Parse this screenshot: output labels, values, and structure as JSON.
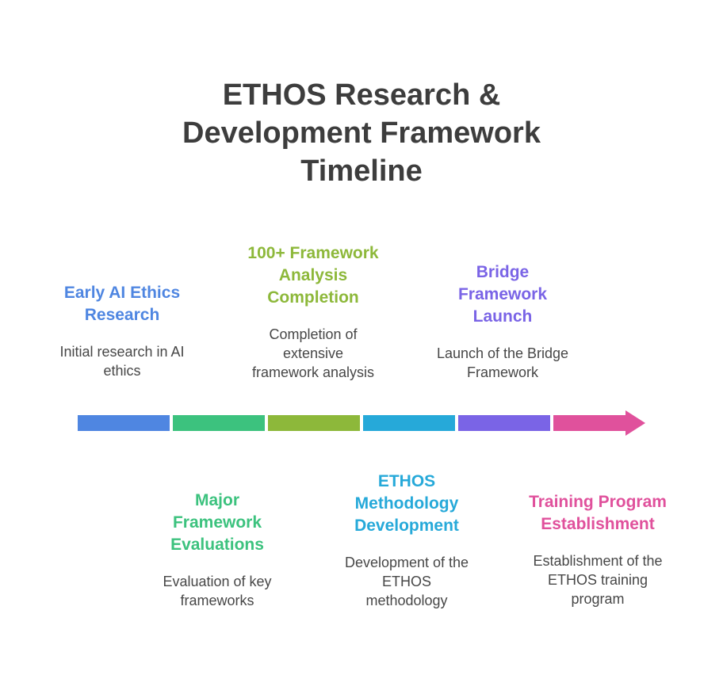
{
  "title": {
    "line1": "ETHOS Research &",
    "line2": "Development Framework",
    "line3": "Timeline"
  },
  "milestones": [
    {
      "id": "early-ai-ethics-research",
      "color": "#4f86e1",
      "heading": [
        "Early AI Ethics",
        "Research"
      ],
      "description": [
        "Initial research in AI",
        "ethics"
      ]
    },
    {
      "id": "major-framework-evaluations",
      "color": "#3cc27e",
      "heading": [
        "Major",
        "Framework",
        "Evaluations"
      ],
      "description": [
        "Evaluation of key",
        "frameworks"
      ]
    },
    {
      "id": "framework-analysis-completion",
      "color": "#8db83a",
      "heading": [
        "100+ Framework",
        "Analysis",
        "Completion"
      ],
      "description": [
        "Completion of",
        "extensive",
        "framework analysis"
      ]
    },
    {
      "id": "ethos-methodology-development",
      "color": "#26a9d9",
      "heading": [
        "ETHOS",
        "Methodology",
        "Development"
      ],
      "description": [
        "Development of the",
        "ETHOS",
        "methodology"
      ]
    },
    {
      "id": "bridge-framework-launch",
      "color": "#7a64e6",
      "heading": [
        "Bridge",
        "Framework",
        "Launch"
      ],
      "description": [
        "Launch of the Bridge",
        "Framework"
      ]
    },
    {
      "id": "training-program-establishment",
      "color": "#e0519c",
      "heading": [
        "Training Program",
        "Establishment"
      ],
      "description": [
        "Establishment of the",
        "ETHOS training",
        "program"
      ]
    }
  ]
}
